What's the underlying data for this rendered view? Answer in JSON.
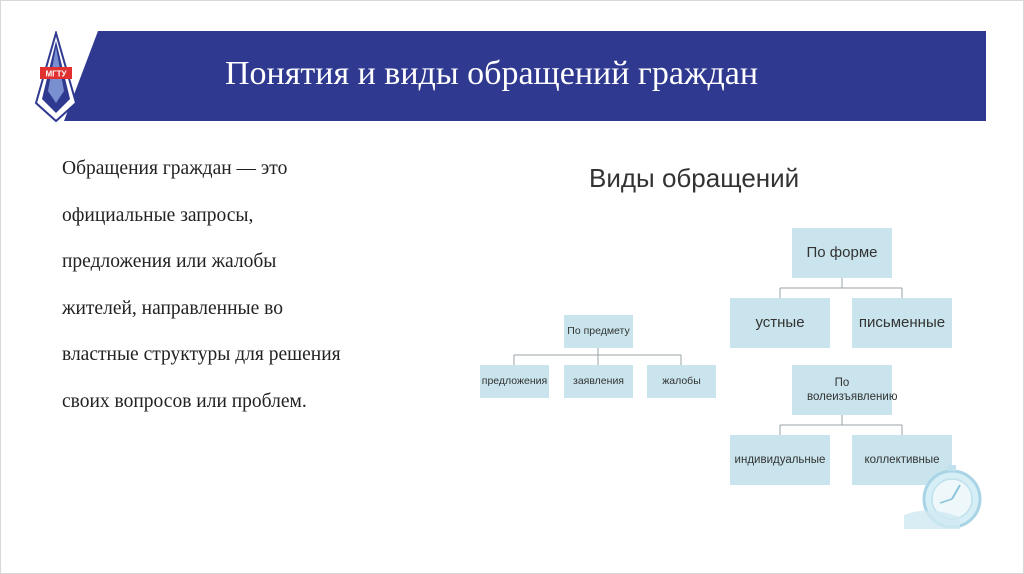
{
  "header": {
    "title": "Понятия и виды обращений граждан",
    "band_color": "#2f3990",
    "logo_text": "МГТУ"
  },
  "body": {
    "lines": [
      "Обращения граждан — это",
      "официальные запросы,",
      "предложения или жалобы",
      "жителей, направленные во",
      "властные структуры для решения",
      "своих вопросов или проблем."
    ]
  },
  "diagram": {
    "title": "Виды обращений",
    "node_color": "#c9e4ec",
    "by_subject": {
      "label": "По предмету",
      "children": [
        "предложения",
        "заявления",
        "жалобы"
      ]
    },
    "by_form": {
      "label": "По форме",
      "children": [
        "устные",
        "письменные"
      ]
    },
    "by_will": {
      "label": "По волеизъявлению",
      "children": [
        "индивидуальные",
        "коллективные"
      ]
    }
  }
}
